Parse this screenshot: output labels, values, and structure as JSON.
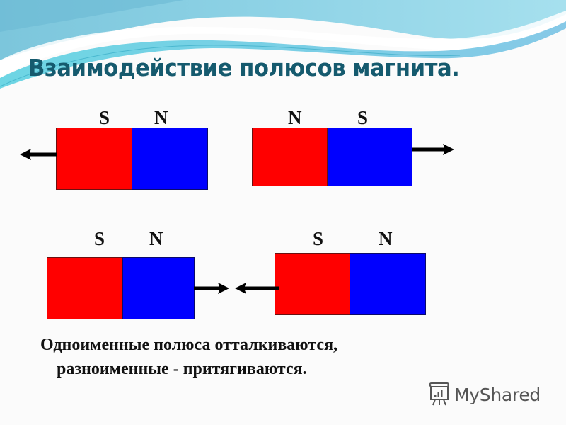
{
  "slide": {
    "title": "Взаимодействие полюсов магнита.",
    "caption": {
      "line1": "Одноименные полюса отталкиваются,",
      "line2": "разноименные  - притягиваются."
    },
    "watermark": "MyShared"
  },
  "colors": {
    "south_pole_left": "#ff0000",
    "north_pole_right": "#0000ff",
    "title": "#155a6e",
    "arrow": "#000000"
  },
  "magnets": [
    {
      "id": 1,
      "labels": [
        "S",
        "N"
      ],
      "arrow": "left"
    },
    {
      "id": 2,
      "labels": [
        "N",
        "S"
      ],
      "arrow": "right"
    },
    {
      "id": 3,
      "labels": [
        "S",
        "N"
      ],
      "arrow": "right-toward-center"
    },
    {
      "id": 4,
      "labels": [
        "S",
        "N"
      ],
      "arrow": "left-toward-center"
    }
  ]
}
